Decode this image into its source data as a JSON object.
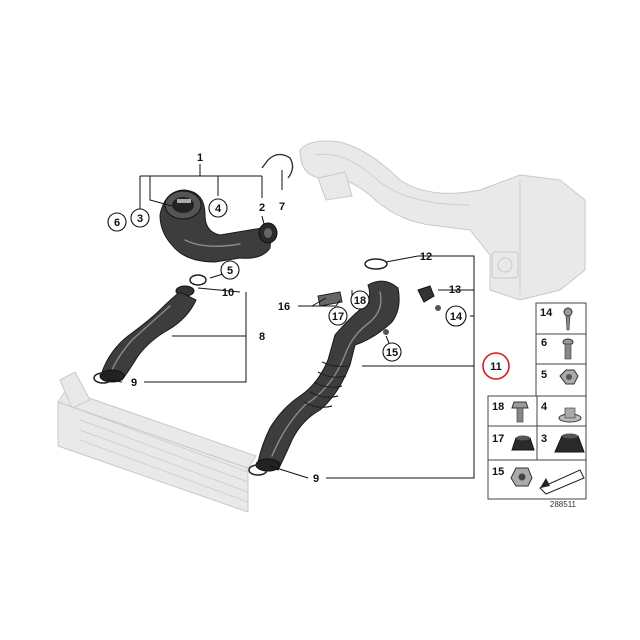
{
  "labels": {
    "l1": "1",
    "l2": "2",
    "l3": "3",
    "l4": "4",
    "l5": "5",
    "l6": "6",
    "l7": "7",
    "l8": "8",
    "l9a": "9",
    "l9b": "9",
    "l10": "10",
    "l11": "11",
    "l12": "12",
    "l13": "13",
    "l14": "14",
    "l15": "15",
    "l16": "16",
    "l17": "17",
    "l18": "18"
  },
  "legend": {
    "r14": "14",
    "r6": "6",
    "r5": "5",
    "r18": "18",
    "r4": "4",
    "r17": "17",
    "r3": "3",
    "r15": "15"
  },
  "diagram_number": "288511",
  "colors": {
    "highlight_ring": "#d41c1c",
    "hose": "#3d3d3d",
    "ghost_part": "#e9e9e9"
  }
}
